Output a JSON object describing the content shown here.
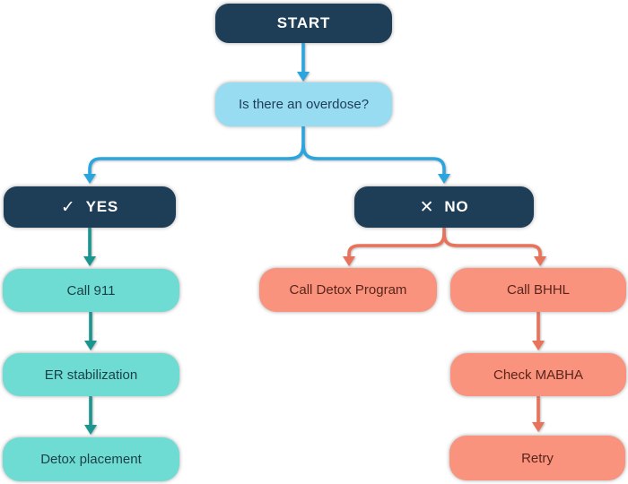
{
  "diagram": {
    "background": "#ffffff",
    "colors": {
      "navy": "#1e3d57",
      "light_blue": "#98dcf2",
      "teal": "#6fdcd4",
      "salmon": "#f9937d",
      "blue_arrow": "#2aa5de",
      "teal_arrow": "#1a968f",
      "salmon_arrow": "#e8735a",
      "navy_text": "#ffffff",
      "question_text": "#1e3d57",
      "teal_text": "#1c3f45",
      "salmon_text": "#5b241b"
    },
    "nodes": {
      "start": {
        "label": "START"
      },
      "question": {
        "label": "Is there an overdose?"
      },
      "yes": {
        "label": "YES",
        "icon": "✓"
      },
      "no": {
        "label": "NO",
        "icon": "✕"
      },
      "call_911": {
        "label": "Call 911"
      },
      "er_stabilization": {
        "label": "ER stabilization"
      },
      "detox_placement": {
        "label": "Detox placement"
      },
      "call_detox_program": {
        "label": "Call Detox Program"
      },
      "call_bhhl": {
        "label": "Call BHHL"
      },
      "check_mabha": {
        "label": "Check MABHA"
      },
      "retry": {
        "label": "Retry"
      }
    },
    "edges": [
      {
        "from": "start",
        "to": "question",
        "color": "blue_arrow"
      },
      {
        "from": "question",
        "to": "yes",
        "color": "blue_arrow"
      },
      {
        "from": "question",
        "to": "no",
        "color": "blue_arrow"
      },
      {
        "from": "yes",
        "to": "call_911",
        "color": "teal_arrow"
      },
      {
        "from": "call_911",
        "to": "er_stabilization",
        "color": "teal_arrow"
      },
      {
        "from": "er_stabilization",
        "to": "detox_placement",
        "color": "teal_arrow"
      },
      {
        "from": "no",
        "to": "call_detox_program",
        "color": "salmon_arrow"
      },
      {
        "from": "no",
        "to": "call_bhhl",
        "color": "salmon_arrow"
      },
      {
        "from": "call_bhhl",
        "to": "check_mabha",
        "color": "salmon_arrow"
      },
      {
        "from": "check_mabha",
        "to": "retry",
        "color": "salmon_arrow"
      }
    ]
  }
}
